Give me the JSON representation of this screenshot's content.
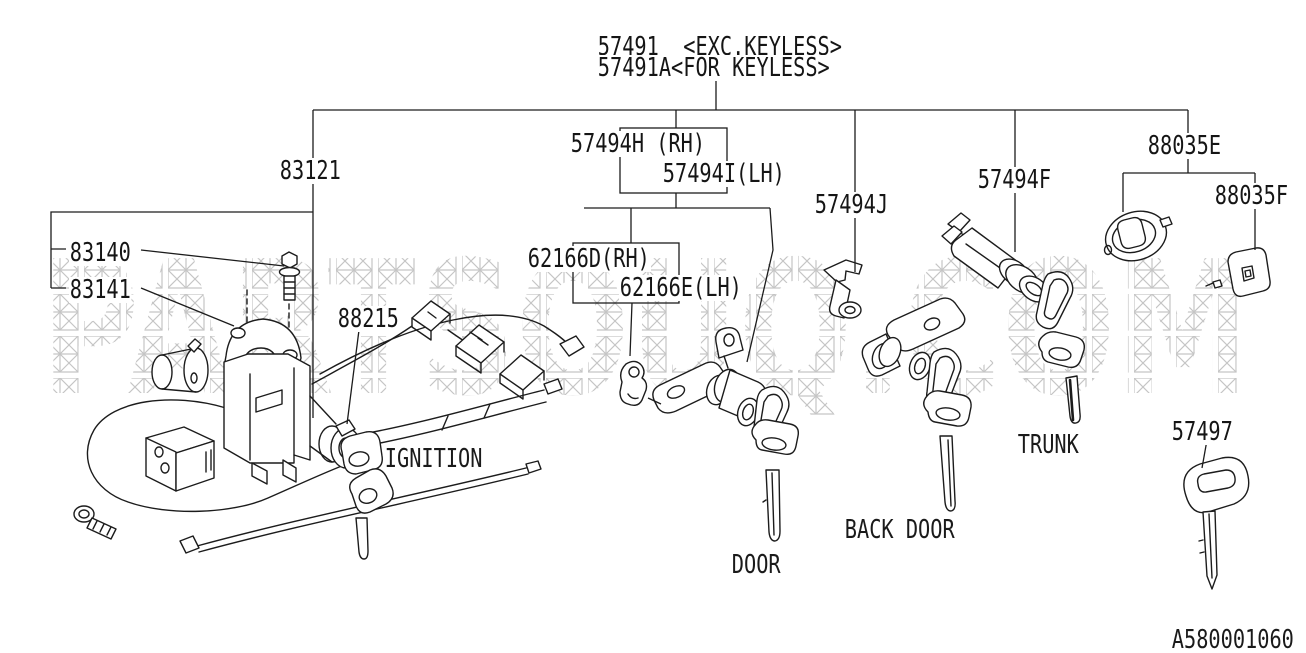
{
  "canvas": {
    "background": "#ffffff",
    "line_color": "#1c1c1c"
  },
  "watermark": {
    "text": "PARTSOUQ.COM",
    "pattern_color": "#c5c5c5"
  },
  "title_callout": {
    "line1": "57491  <EXC.KEYLESS>",
    "line2": "57491A<FOR KEYLESS>"
  },
  "callouts": {
    "c83121": "83121",
    "c83140": "83140",
    "c83141": "83141",
    "c88215": "88215",
    "c57494h": "57494H (RH)",
    "c57494i": "57494I(LH)",
    "c62166d": "62166D(RH)",
    "c62166e": "62166E(LH)",
    "c57494j": "57494J",
    "c57494f": "57494F",
    "c88035e": "88035E",
    "c88035f": "88035F",
    "c57497": "57497"
  },
  "captions": {
    "ignition": "IGNITION",
    "door": "DOOR",
    "back_door": "BACK DOOR",
    "trunk": "TRUNK"
  },
  "footer": {
    "diagram_code": "A580001060"
  }
}
